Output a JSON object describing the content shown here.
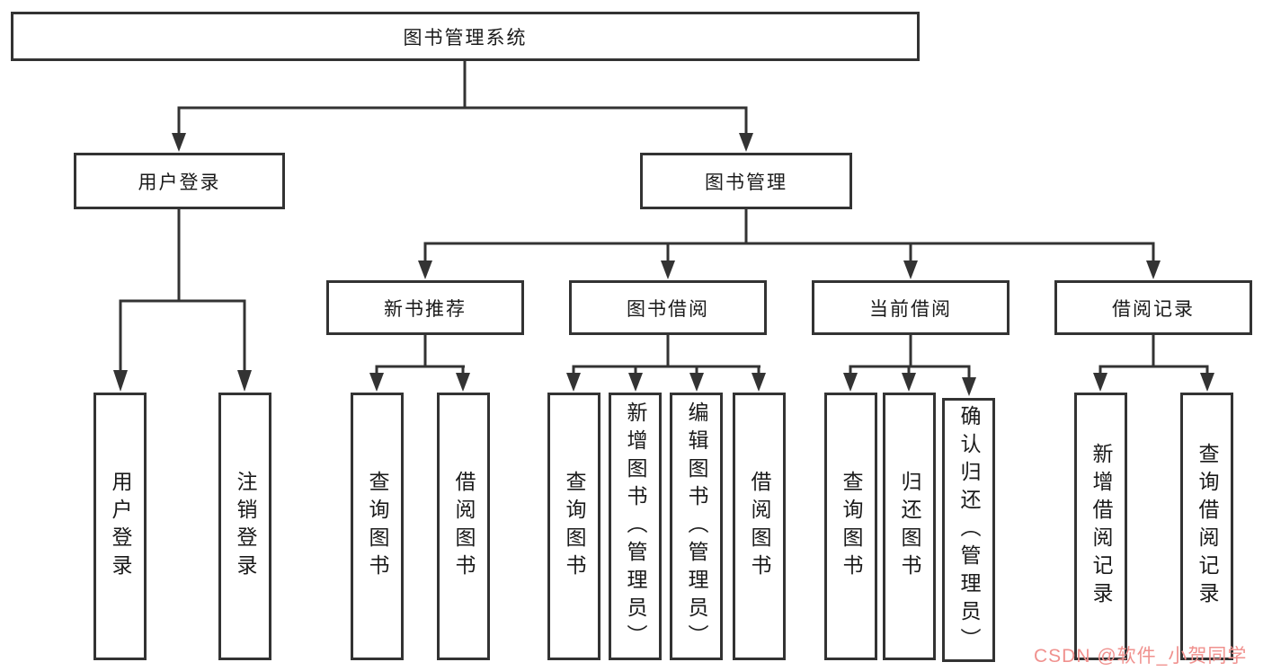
{
  "nodes": {
    "root": "图书管理系统",
    "l2_user": "用户登录",
    "l2_book": "图书管理",
    "l3_newbook": "新书推荐",
    "l3_borrow": "图书借阅",
    "l3_current": "当前借阅",
    "l3_records": "借阅记录",
    "leaf_user_login": "用户登录",
    "leaf_user_logout": "注销登录",
    "leaf_newbook_query": "查询图书",
    "leaf_newbook_borrow": "借阅图书",
    "leaf_borrow_query": "查询图书",
    "leaf_borrow_add": "新增图书（管理员）",
    "leaf_borrow_edit": "编辑图书（管理员）",
    "leaf_borrow_lend": "借阅图书",
    "leaf_current_query": "查询图书",
    "leaf_current_return": "归还图书",
    "leaf_current_confirm": "确认归还（管理员）",
    "leaf_records_add": "新增借阅记录",
    "leaf_records_query": "查询借阅记录"
  },
  "watermark": {
    "text": "CSDN @软件_小贺同学",
    "color": "#f0918e"
  },
  "colors": {
    "line": "#333333",
    "box_border": "#333333",
    "text": "#1a1a1a",
    "background": "#ffffff"
  }
}
